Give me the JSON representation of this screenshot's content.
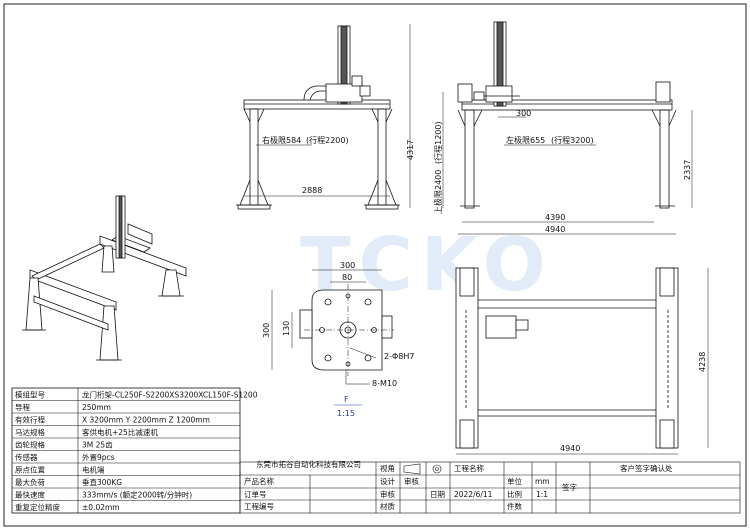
{
  "watermark": "TCKO",
  "front_view": {
    "right_limit": "右极限584",
    "travel_x": "(行程2200)",
    "width_2888": "2888"
  },
  "side_view": {
    "dim_4317": "4317",
    "upper_limit": "上极限2400",
    "travel_z": "(行程1200)",
    "dim_300": "300",
    "left_limit": "左极限655",
    "travel_y": "(行程3200)",
    "dim_2337": "2337",
    "dim_4390": "4390",
    "dim_4940": "4940"
  },
  "top_view": {
    "dim_4238": "4238",
    "dim_4940": "4940"
  },
  "detail_view": {
    "dim_300_top": "300",
    "dim_80": "80",
    "dim_300_left": "300",
    "dim_130": "130",
    "pin_hole": "2-Φ8H7",
    "thread": "8-M10",
    "view_label": "F",
    "scale": "1:15"
  },
  "spec_table": {
    "rows": [
      {
        "label": "模组型号",
        "value": "龙门桁架-CL250F-S2200XS3200XCL150F-S1200"
      },
      {
        "label": "导程",
        "value": "250mm"
      },
      {
        "label": "有效行程",
        "value": "X 3200mm  Y 2200mm  Z 1200mm"
      },
      {
        "label": "马达规格",
        "value": "客供电机+25比减速机"
      },
      {
        "label": "齿轮规格",
        "value": "3M 25齿"
      },
      {
        "label": "传感器",
        "value": "外置9pcs"
      },
      {
        "label": "原点位置",
        "value": "电机端"
      },
      {
        "label": "最大负荷",
        "value": "垂直300KG"
      },
      {
        "label": "最快速度",
        "value": "333mm/s (额定2000转/分钟时)"
      },
      {
        "label": "重复定位精度",
        "value": "±0.02mm"
      }
    ]
  },
  "title_block": {
    "company": "东莞市拓谷自动化科技有限公司",
    "view": "视角",
    "product_name": "产品名称",
    "order_no": "订单号",
    "project_no": "工程编号",
    "design": "设计",
    "check": "审核",
    "approve": "审核",
    "material": "材质",
    "date_label": "日期",
    "date_value": "2022/6/11",
    "part_count": "件数",
    "project_name": "工程名称",
    "unit_label": "单位",
    "unit_value": "mm",
    "ratio_label": "比例",
    "ratio_value": "1:1",
    "sign": "签字",
    "customer_confirm": "客户签字确认处"
  }
}
